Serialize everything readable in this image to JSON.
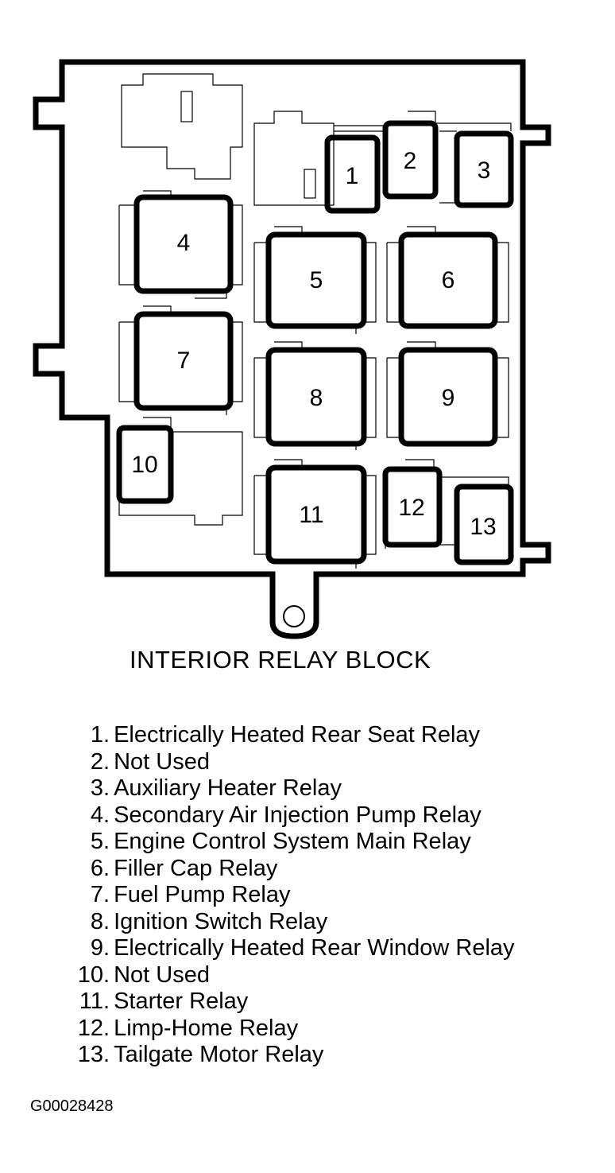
{
  "diagram": {
    "title": "INTERIOR RELAY BLOCK",
    "figure_id": "G00028428",
    "colors": {
      "line": "#000000",
      "background": "#ffffff"
    },
    "relays": [
      {
        "number": "1",
        "description": "Electrically Heated Rear Seat Relay"
      },
      {
        "number": "2",
        "description": "Not Used"
      },
      {
        "number": "3",
        "description": "Auxiliary Heater Relay"
      },
      {
        "number": "4",
        "description": "Secondary Air Injection Pump Relay"
      },
      {
        "number": "5",
        "description": "Engine Control System Main Relay"
      },
      {
        "number": "6",
        "description": "Filler Cap Relay"
      },
      {
        "number": "7",
        "description": "Fuel Pump Relay"
      },
      {
        "number": "8",
        "description": "Ignition Switch Relay"
      },
      {
        "number": "9",
        "description": "Electrically Heated Rear Window Relay"
      },
      {
        "number": "10",
        "description": "Not Used"
      },
      {
        "number": "11",
        "description": "Starter Relay"
      },
      {
        "number": "12",
        "description": "Limp-Home Relay"
      },
      {
        "number": "13",
        "description": "Tailgate Motor Relay"
      }
    ]
  }
}
